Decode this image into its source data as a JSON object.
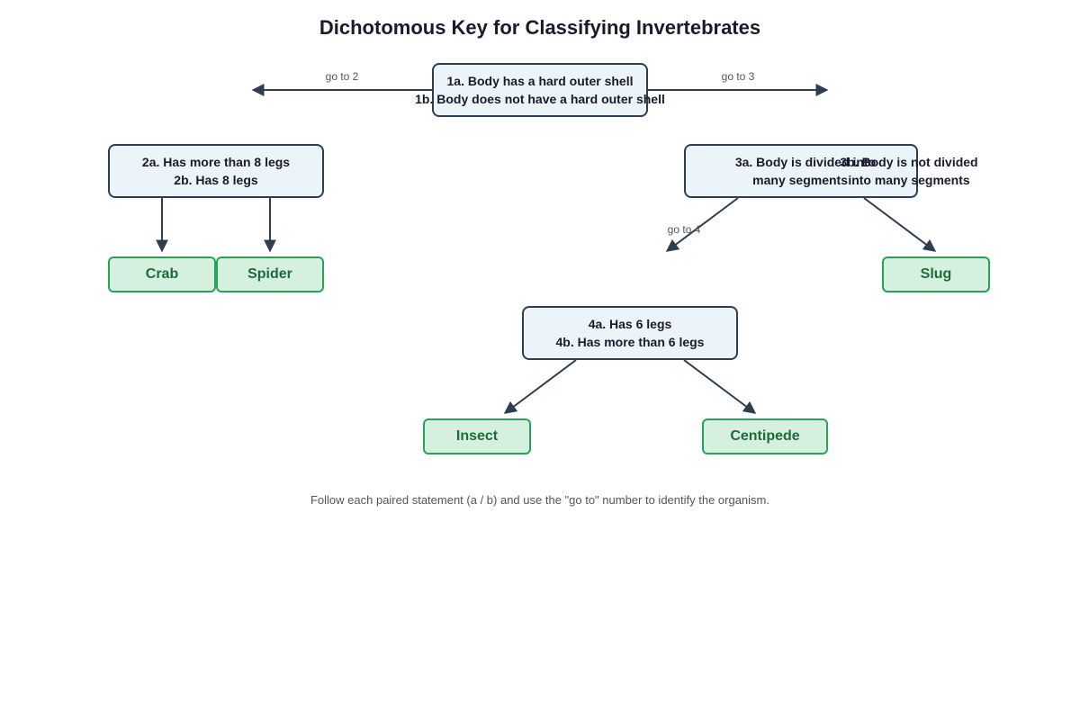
{
  "title": "Dichotomous Key for Classifying Invertebrates",
  "colors": {
    "question_fill": "#eaf4f9",
    "question_border": "#2c3e50",
    "leaf_fill": "#d5f0de",
    "leaf_border": "#27a356",
    "leaf_text": "#1e6b3a",
    "edge": "#2c3e50"
  },
  "steps": {
    "step1": {
      "a": "1a. Body has a hard outer shell",
      "b": "1b. Body does not have a hard outer shell"
    },
    "step2": {
      "a": "2a. Has more than 8 legs",
      "b": "2b. Has 8 legs"
    },
    "step3": {
      "a_line1": "3a. Body is divided into",
      "a_line2": "many segments",
      "b_line1": "3b. Body is not divided",
      "b_line2": "into many segments"
    },
    "step4": {
      "a": "4a. Has 6 legs",
      "b": "4b. Has more than 6 legs"
    }
  },
  "edge_labels": {
    "go_to_2": "go to 2",
    "go_to_3": "go to 3",
    "go_to_4": "go to 4"
  },
  "organisms": {
    "crab": "Crab",
    "spider": "Spider",
    "slug": "Slug",
    "insect": "Insect",
    "centipede": "Centipede"
  },
  "footer": "Follow each paired statement (a / b) and use the \"go to\" number to identify the organism."
}
